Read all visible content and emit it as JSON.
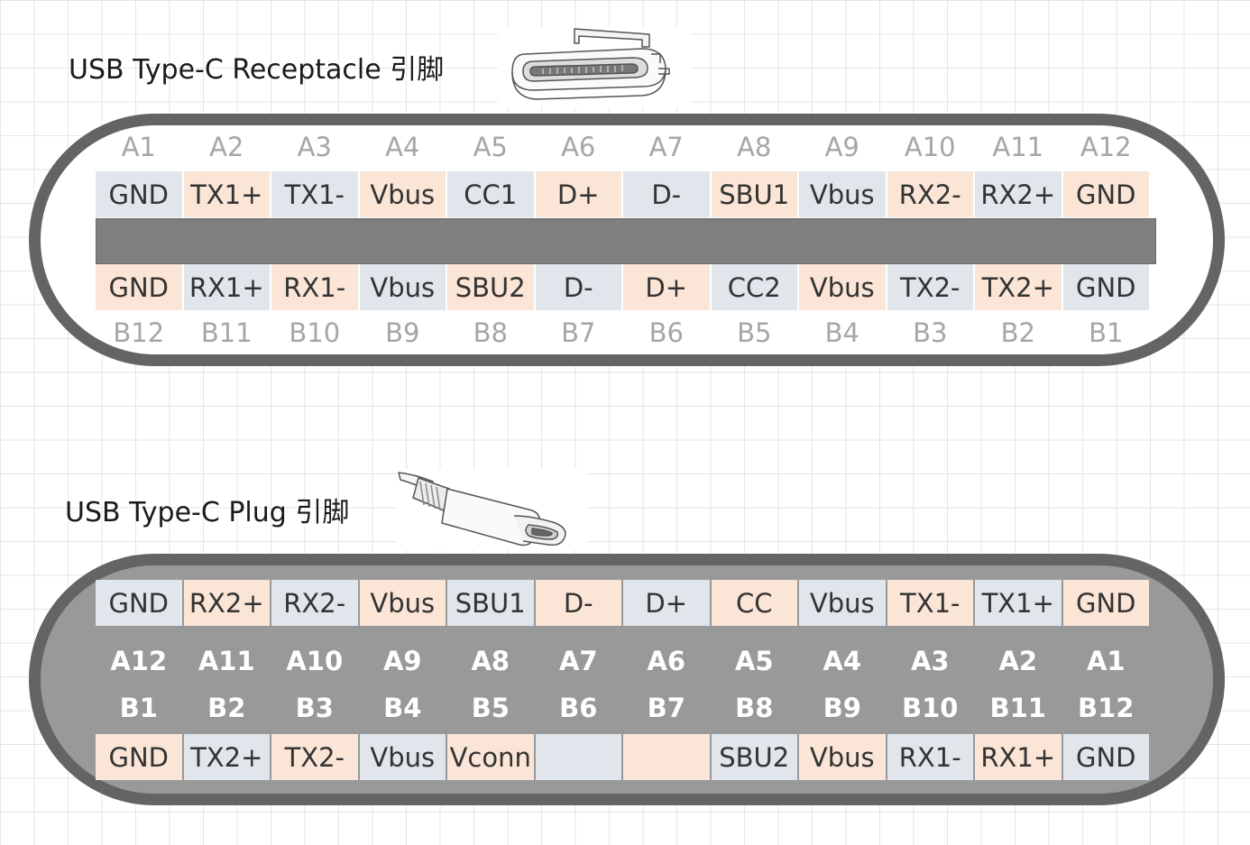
{
  "receptacle": {
    "title": "USB Type-C Receptacle 引脚",
    "top_pin_labels": [
      "A1",
      "A2",
      "A3",
      "A4",
      "A5",
      "A6",
      "A7",
      "A8",
      "A9",
      "A10",
      "A11",
      "A12"
    ],
    "top_signals": [
      "GND",
      "TX1+",
      "TX1-",
      "Vbus",
      "CC1",
      "D+",
      "D-",
      "SBU1",
      "Vbus",
      "RX2-",
      "RX2+",
      "GND"
    ],
    "bottom_signals": [
      "GND",
      "RX1+",
      "RX1-",
      "Vbus",
      "SBU2",
      "D-",
      "D+",
      "CC2",
      "Vbus",
      "TX2-",
      "TX2+",
      "GND"
    ],
    "bottom_pin_labels": [
      "B12",
      "B11",
      "B10",
      "B9",
      "B8",
      "B7",
      "B6",
      "B5",
      "B4",
      "B3",
      "B2",
      "B1"
    ]
  },
  "plug": {
    "title": "USB Type-C Plug 引脚",
    "top_signals": [
      "GND",
      "RX2+",
      "RX2-",
      "Vbus",
      "SBU1",
      "D-",
      "D+",
      "CC",
      "Vbus",
      "TX1-",
      "TX1+",
      "GND"
    ],
    "top_pin_labels": [
      "A12",
      "A11",
      "A10",
      "A9",
      "A8",
      "A7",
      "A6",
      "A5",
      "A4",
      "A3",
      "A2",
      "A1"
    ],
    "bottom_pin_labels": [
      "B1",
      "B2",
      "B3",
      "B4",
      "B5",
      "B6",
      "B7",
      "B8",
      "B9",
      "B10",
      "B11",
      "B12"
    ],
    "bottom_signals": [
      "GND",
      "TX2+",
      "TX2-",
      "Vbus",
      "Vconn",
      "",
      "",
      "SBU2",
      "Vbus",
      "RX1-",
      "RX1+",
      "GND"
    ]
  },
  "colors": {
    "peach": "#fbe5d6",
    "grey": "#e0e6ec",
    "shell": "#646464",
    "plug_fill": "#999999",
    "tongue": "#7f7f7f"
  },
  "icons": {
    "receptacle_illustration": "usb-c-receptacle-icon",
    "plug_illustration": "usb-c-plug-cable-icon"
  }
}
